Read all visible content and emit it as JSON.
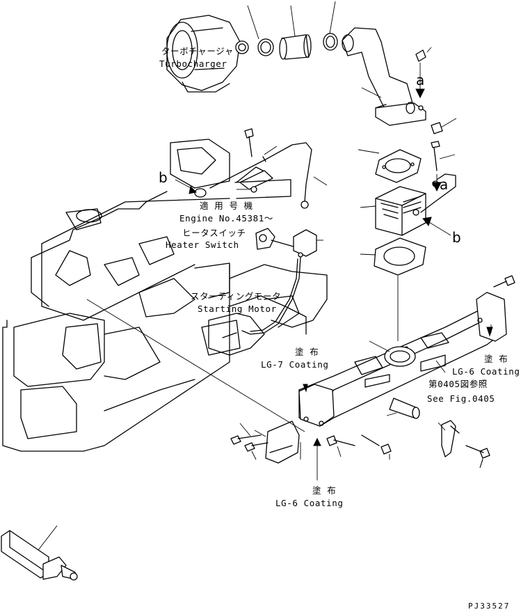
{
  "labels": {
    "turbocharger_jp": "ターボチャージャ",
    "turbocharger_en": "Turbocharger",
    "applicable_jp": "適 用 号 機",
    "applicable_en": "Engine No.45381～",
    "heater_switch_jp": "ヒータスイッチ",
    "heater_switch_en": "Heater Switch",
    "starting_motor_jp": "スターティングモータ",
    "starting_motor_en": "Starting Motor",
    "lg7_jp": "塗 布",
    "lg7_en": "LG-7 Coating",
    "lg6_right_jp": "塗 布",
    "lg6_right_en": "LG-6 Coating",
    "see_fig_jp": "第0405図参照",
    "see_fig_en": "See Fig.0405",
    "lg6_bottom_jp": "塗 布",
    "lg6_bottom_en": "LG-6 Coating",
    "connection_a": "a",
    "connection_b": "b",
    "drawing_code": "PJ33527"
  }
}
